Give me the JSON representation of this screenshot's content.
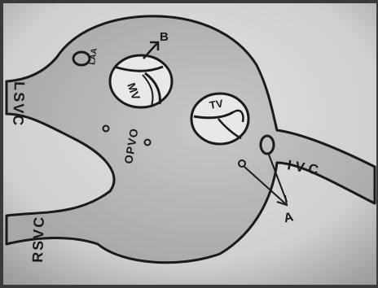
{
  "labels": {
    "lsvc": "LSVC",
    "rsvc": "RSVC",
    "laa": "LAA",
    "mv": "MV",
    "tv": "TV",
    "opvo": "OPVO",
    "ivc": "IVC",
    "b": "B",
    "a": "A"
  },
  "colors": {
    "paper": "#d4d4d4",
    "paper_shadow": "#9a9a9a",
    "ink": "#1a1a1a",
    "background": "#3a3a3a"
  }
}
